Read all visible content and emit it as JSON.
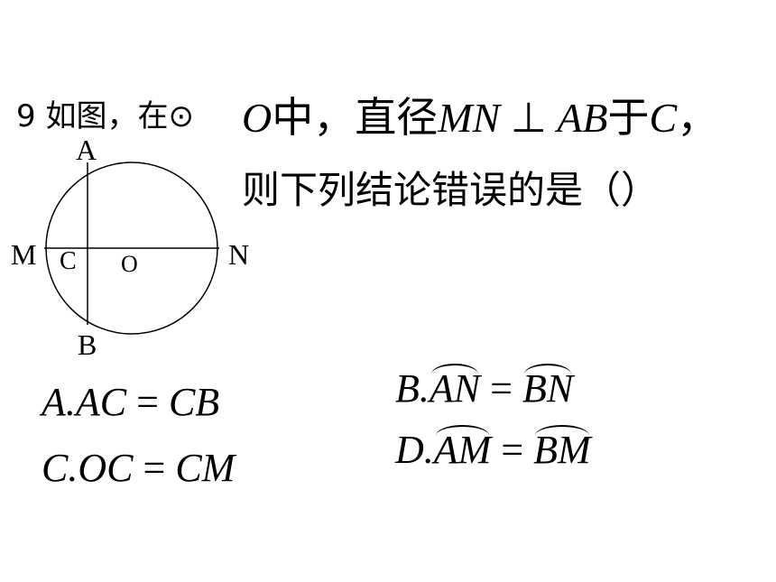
{
  "question": {
    "prefix": "9 如图，在⊙",
    "line1": {
      "circle_name": "O",
      "text_zhong": "中，",
      "text_zhijing": "直径",
      "diameter": "MN",
      "perp": "⊥",
      "chord": "AB",
      "text_yu": "于",
      "foot": "C",
      "comma": "，"
    },
    "line2": "则下列结论错误的是（）"
  },
  "figure": {
    "labels": {
      "A": "A",
      "B": "B",
      "M": "M",
      "N": "N",
      "C": "C",
      "O": "O"
    }
  },
  "options": {
    "A": {
      "prefix": "A.",
      "lhs": "AC",
      "eq": " = ",
      "rhs": "CB"
    },
    "B": {
      "prefix": "B.",
      "lhs": "AN",
      "eq": " = ",
      "rhs": "BN"
    },
    "C": {
      "prefix": "C.",
      "lhs": "OC",
      "eq": " = ",
      "rhs": "CM"
    },
    "D": {
      "prefix": "D.",
      "lhs": "AM",
      "eq": " = ",
      "rhs": "BM"
    }
  }
}
